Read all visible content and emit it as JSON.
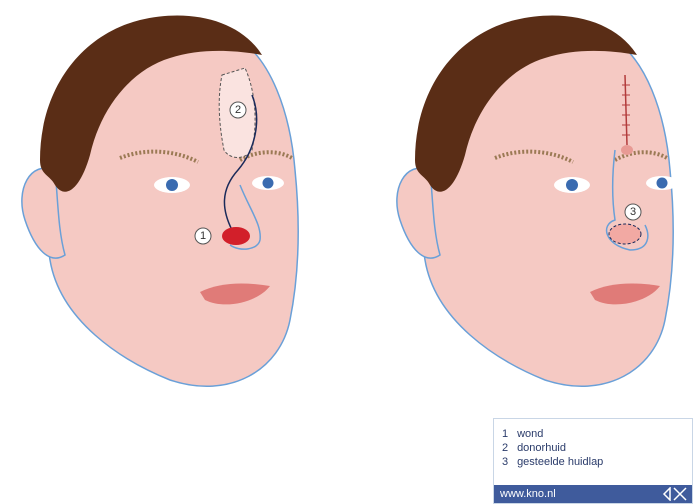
{
  "markers": {
    "m1": "1",
    "m2": "2",
    "m3": "3"
  },
  "legend": {
    "items": [
      {
        "num": "1",
        "label": "wond"
      },
      {
        "num": "2",
        "label": "donorhuid"
      },
      {
        "num": "3",
        "label": "gesteelde huidlap"
      }
    ],
    "url": "www.kno.nl"
  },
  "colors": {
    "skin": "#f5c9c3",
    "hair": "#5a2d16",
    "wound": "#d21f2a",
    "outline": "#6aa0d8",
    "legend_bar": "#3f5b9c"
  }
}
